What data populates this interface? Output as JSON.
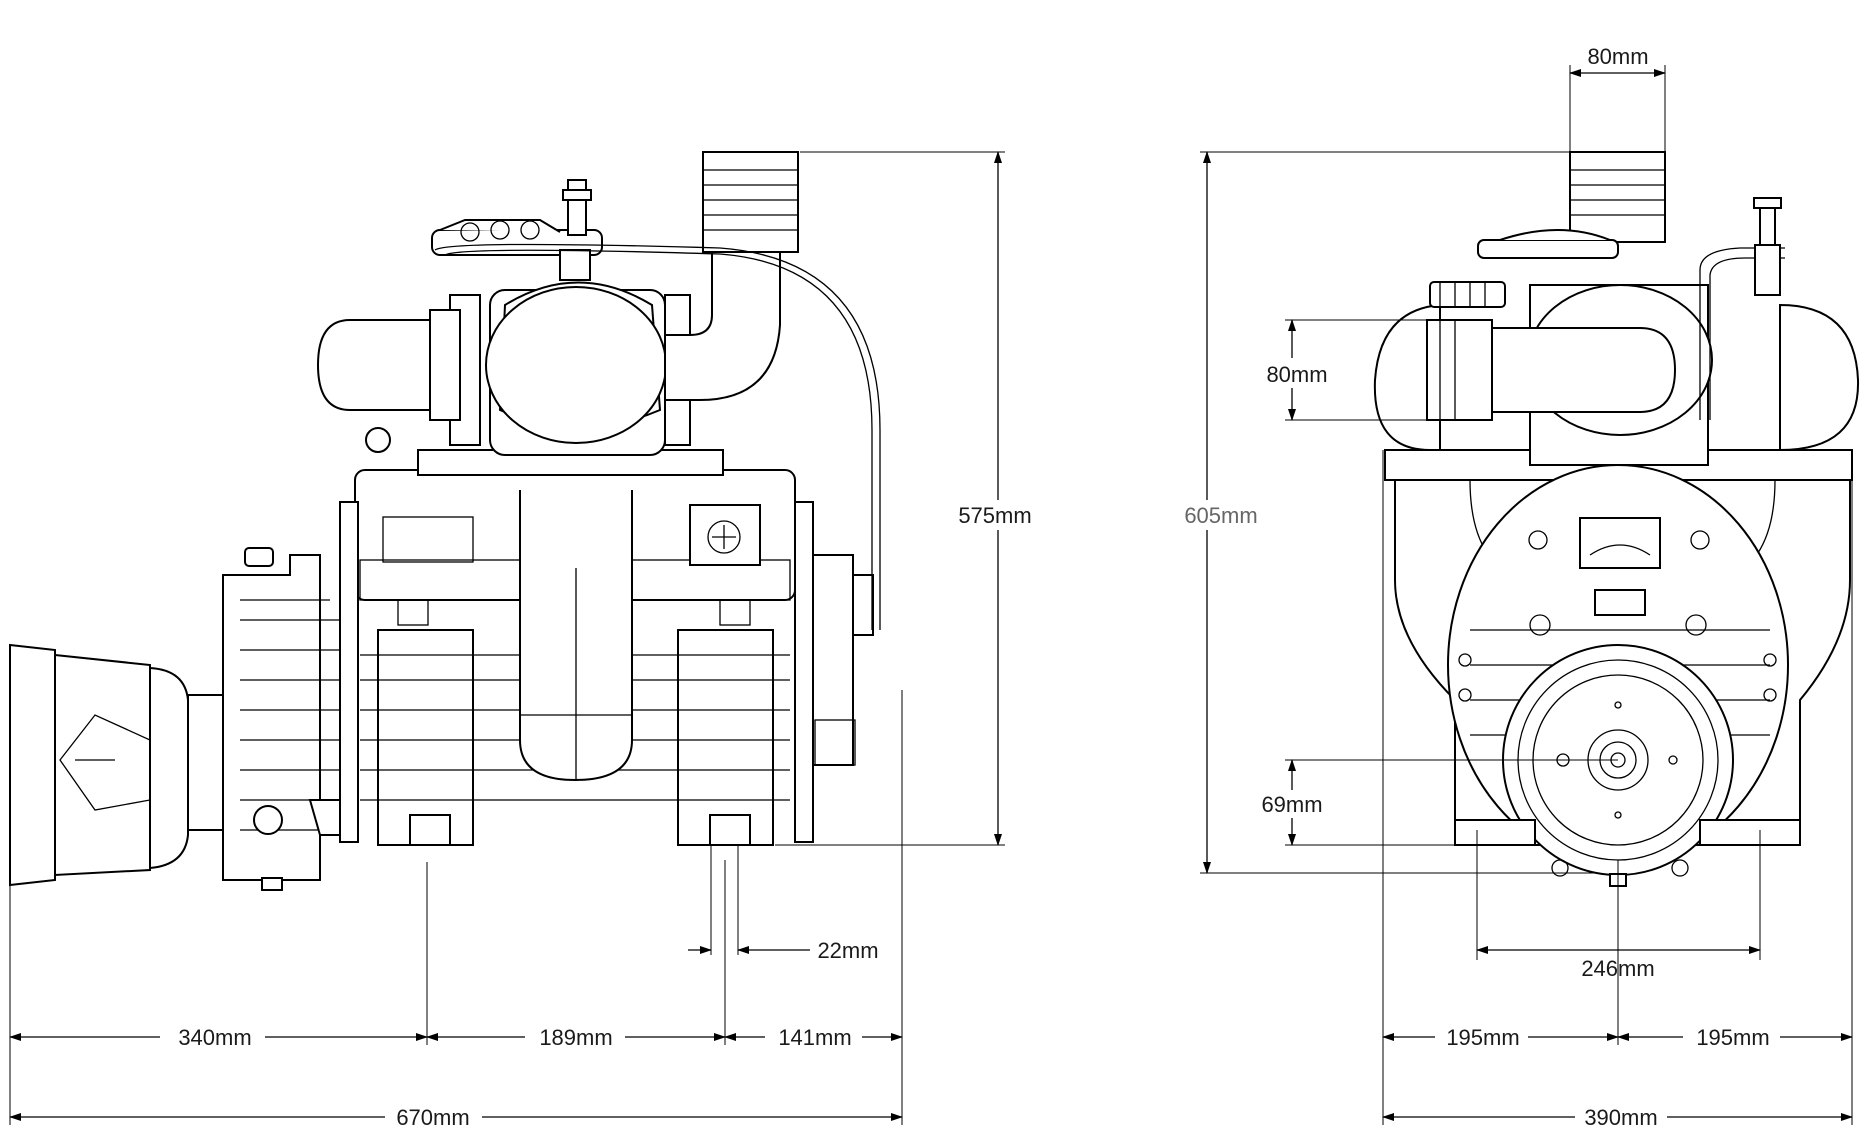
{
  "drawing": {
    "line_color": "#000000",
    "background": "#ffffff",
    "side_view": {
      "dimensions": {
        "height_total": "575mm",
        "flange_width": "22mm",
        "len_a": "340mm",
        "len_b": "189mm",
        "len_c": "141mm",
        "len_total": "670mm"
      }
    },
    "front_view": {
      "dimensions": {
        "inlet_diameter": "80mm",
        "outlet_diameter": "80mm",
        "height_total": "605mm",
        "shaft_height": "69mm",
        "foot_spacing": "246mm",
        "half_left": "195mm",
        "half_right": "195mm",
        "width_total": "390mm"
      },
      "height_label_color": "#666666"
    }
  }
}
